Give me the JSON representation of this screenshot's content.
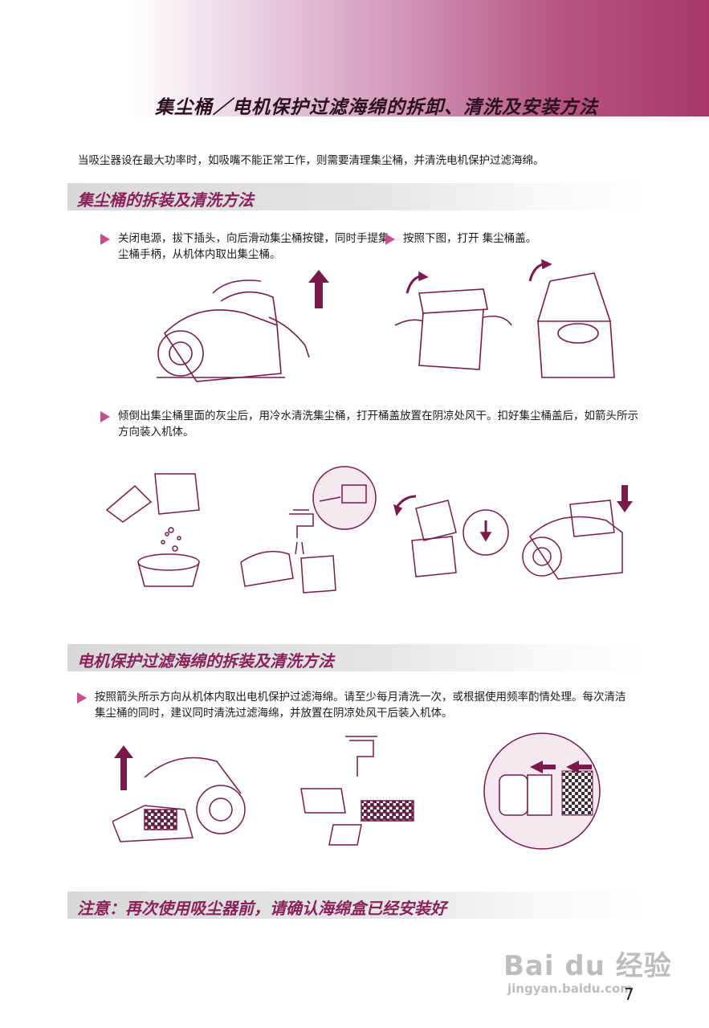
{
  "header": {
    "title": "集尘桶／电机保护过滤海绵的拆卸、清洗及安装方法"
  },
  "intro": "当吸尘器设在最大功率时，如吸嘴不能正常工作，则需要清理集尘桶，并清洗电机保护过滤海绵。",
  "section1": {
    "heading": "集尘桶的拆装及清洗方法",
    "step1": "关闭电源，拔下插头，向后滑动集尘桶按键，同时手提集尘桶手柄，从机体内取出集尘桶。",
    "step2": "按照下图，打开 集尘桶盖。",
    "step3": "倾倒出集尘桶里面的灰尘后，用冷水清洗集尘桶，打开桶盖放置在阴凉处风干。扣好集尘桶盖后，如箭头所示方向装入机体。"
  },
  "section2": {
    "heading": "电机保护过滤海绵的拆装及清洗方法",
    "step1": "按照箭头所示方向从机体内取出电机保护过滤海绵。请至少每月清洗一次，或根据使用频率酌情处理。每次清洁集尘桶的同时，建议同时清洗过滤海绵，并放置在阴凉处风干后装入机体。"
  },
  "notice": {
    "heading": "注意：再次使用吸尘器前，请确认海绵盒已经安装好"
  },
  "watermark": {
    "brand": "Bai du 经验",
    "url": "jingyan.baidu.com"
  },
  "page_number": "7",
  "colors": {
    "accent": "#8a2159",
    "bullet": "#c94f8c",
    "line_art": "#7a1a4a"
  }
}
